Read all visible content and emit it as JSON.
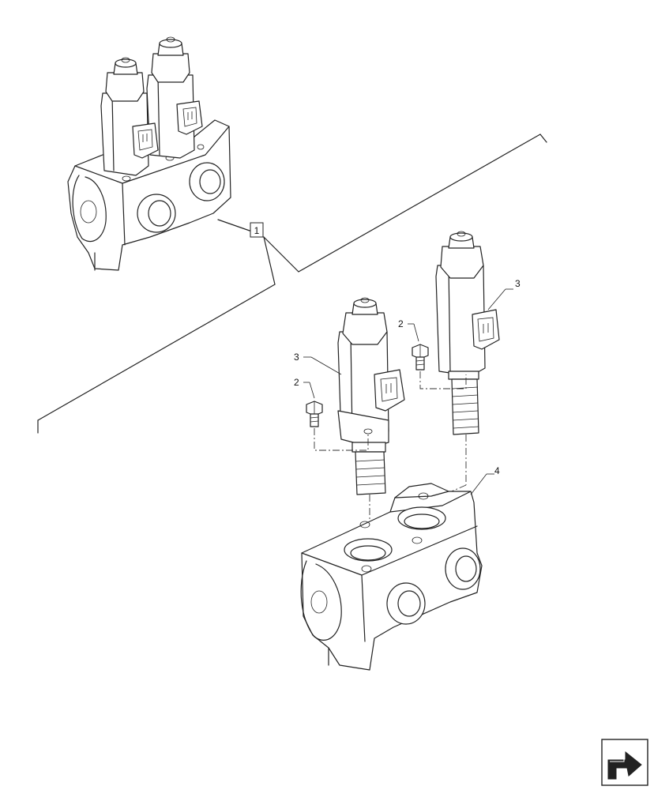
{
  "callouts": {
    "assembly": "1",
    "screw_left": "2",
    "screw_right": "2",
    "valve_left": "3",
    "valve_right": "3",
    "body": "4"
  },
  "nav_icon": "next-page-arrow-icon"
}
